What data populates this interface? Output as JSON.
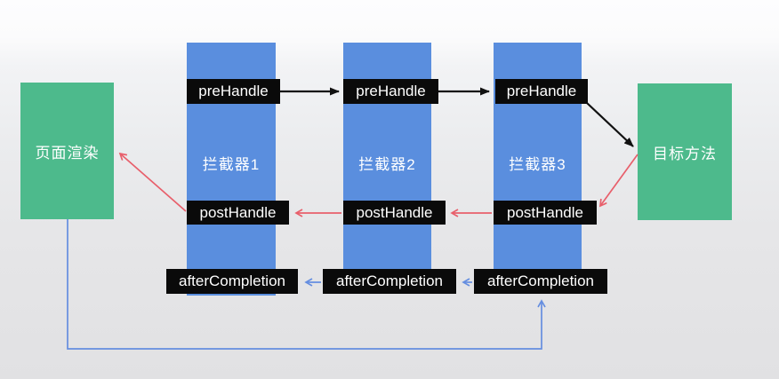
{
  "diagram": {
    "title_semantic": "interceptor-execution-flow",
    "page_render": {
      "label": "页面渲染"
    },
    "target_method": {
      "label": "目标方法"
    },
    "interceptors": [
      {
        "name": "拦截器1",
        "pre": "preHandle",
        "post": "postHandle",
        "after": "afterCompletion"
      },
      {
        "name": "拦截器2",
        "pre": "preHandle",
        "post": "postHandle",
        "after": "afterCompletion"
      },
      {
        "name": "拦截器3",
        "pre": "preHandle",
        "post": "postHandle",
        "after": "afterCompletion"
      }
    ]
  },
  "colors": {
    "green_box": "#4dba8c",
    "blue_bar": "#5a8ede",
    "label_bg": "#0a0a0a",
    "label_text": "#ffffff",
    "arrow_black": "#111111",
    "arrow_red": "#e85f6b",
    "arrow_blue": "#658ee0"
  }
}
